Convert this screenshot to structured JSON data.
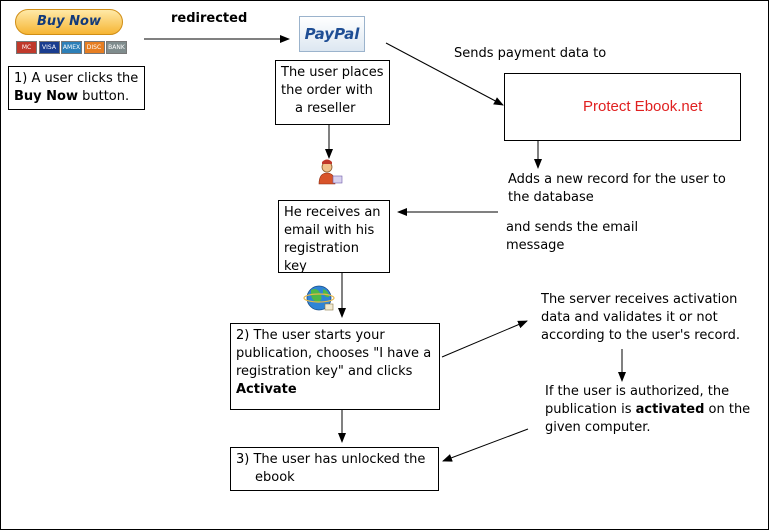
{
  "buy_button": {
    "label": "Buy Now"
  },
  "cards": [
    {
      "name": "mastercard",
      "label": "MC",
      "color": "#c0392b"
    },
    {
      "name": "visa",
      "label": "VISA",
      "color": "#1a3d8f"
    },
    {
      "name": "amex",
      "label": "AMEX",
      "color": "#2c7fb8"
    },
    {
      "name": "discover",
      "label": "DISC",
      "color": "#e67e22"
    },
    {
      "name": "bank",
      "label": "BANK",
      "color": "#7f8c8d"
    }
  ],
  "step1": {
    "prefix": "1) A user clicks the",
    "bold": "Buy Now",
    "suffix": "button."
  },
  "edge_redirected": "redirected",
  "paypal": {
    "logo": "PayPal"
  },
  "reseller_box": {
    "line1": "The user places",
    "line2": "the order with",
    "line3": "a reseller"
  },
  "edge_sends_payment": "Sends payment data to",
  "server_box": {
    "label": "Protect Ebook.net",
    "color": "#e02020"
  },
  "adds_record": {
    "line1": "Adds a new record for the user to",
    "line2": "the database"
  },
  "sends_email": {
    "line1": "and sends the email",
    "line2": "message"
  },
  "email_box": {
    "line1": "He receives an",
    "line2": "email with his",
    "line3": "registration key"
  },
  "step2": {
    "line1": "2) The user starts your",
    "line2": "publication, chooses \"I have a",
    "line3": "registration key\" and clicks",
    "bold": "Activate"
  },
  "server_validates": {
    "line1": "The server receives activation",
    "line2": "data and validates it or not",
    "line3": "according to the user's record."
  },
  "authorized": {
    "line1": "If the user is authorized, the",
    "line2_prefix": "publication is",
    "line2_bold": "activated",
    "line2_suffix": "on the",
    "line3": "given computer."
  },
  "step3": {
    "line1": "3) The user has unlocked the",
    "line2": "ebook"
  },
  "icons": {
    "user": "user-icon",
    "globe": "globe-icon",
    "database": "database-icon"
  }
}
